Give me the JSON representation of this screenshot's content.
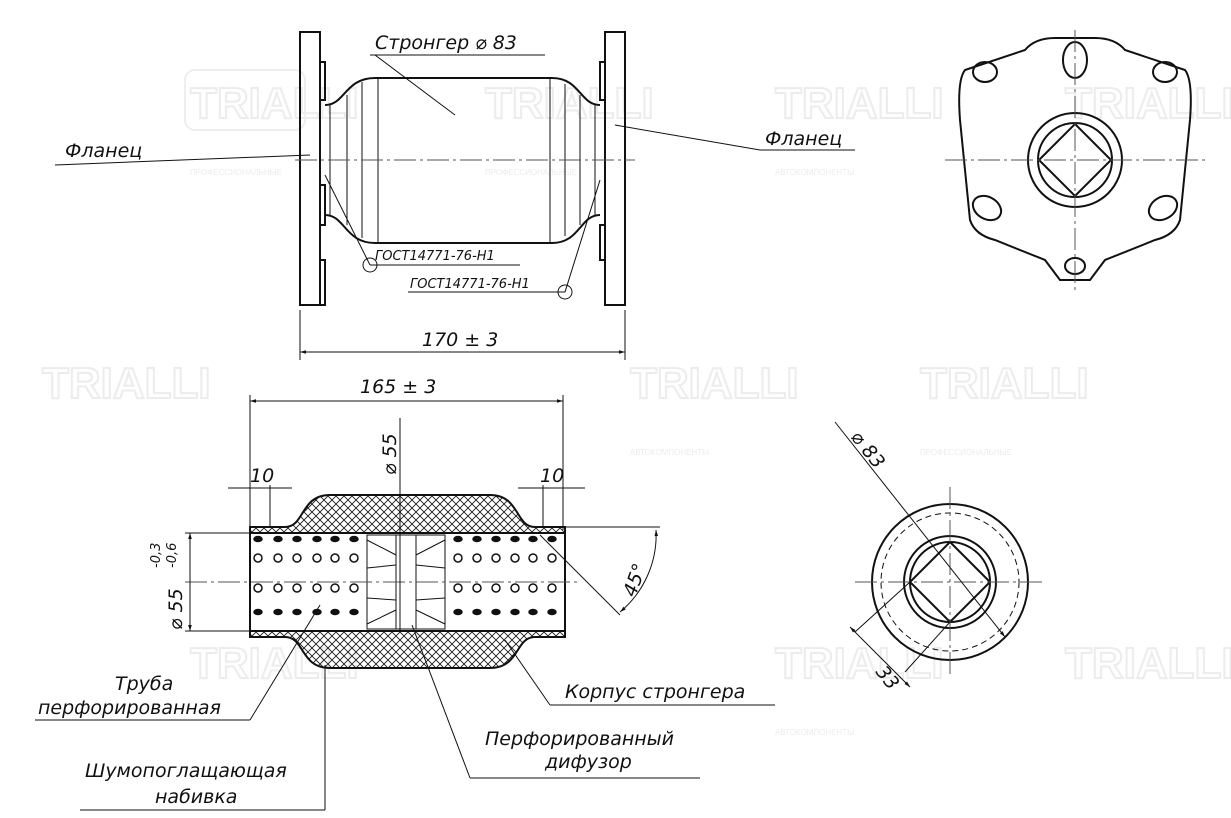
{
  "watermark": {
    "brand": "TRIALLI",
    "tagline_1": "ПРОФЕССИОНАЛЬНЫЕ",
    "tagline_2": "АВТОКОМПОНЕНТЫ"
  },
  "top_view": {
    "title": "Стронгер ⌀ 83",
    "flange_left": "Фланец",
    "flange_right": "Фланец",
    "weld_1": "ГОСТ14771-76-Н1",
    "weld_2": "ГОСТ14771-76-Н1",
    "length_dim": "170 ± 3"
  },
  "section_view": {
    "length_dim": "165 ± 3",
    "inner_dia": "⌀ 55",
    "end_left": "10",
    "end_right": "10",
    "tube_dia": "⌀ 55",
    "tol_upper": "-0,3",
    "tol_lower": "-0,6",
    "angle": "45°",
    "label_tube_1": "Труба",
    "label_tube_2": "перфорированная",
    "label_fill_1": "Шумопоглащающая",
    "label_fill_2": "набивка",
    "label_diffuser_1": "Перфорированный",
    "label_diffuser_2": "дифузор",
    "label_body": "Корпус стронгера"
  },
  "end_view": {
    "outer_dia": "⌀ 83",
    "square": "33"
  }
}
